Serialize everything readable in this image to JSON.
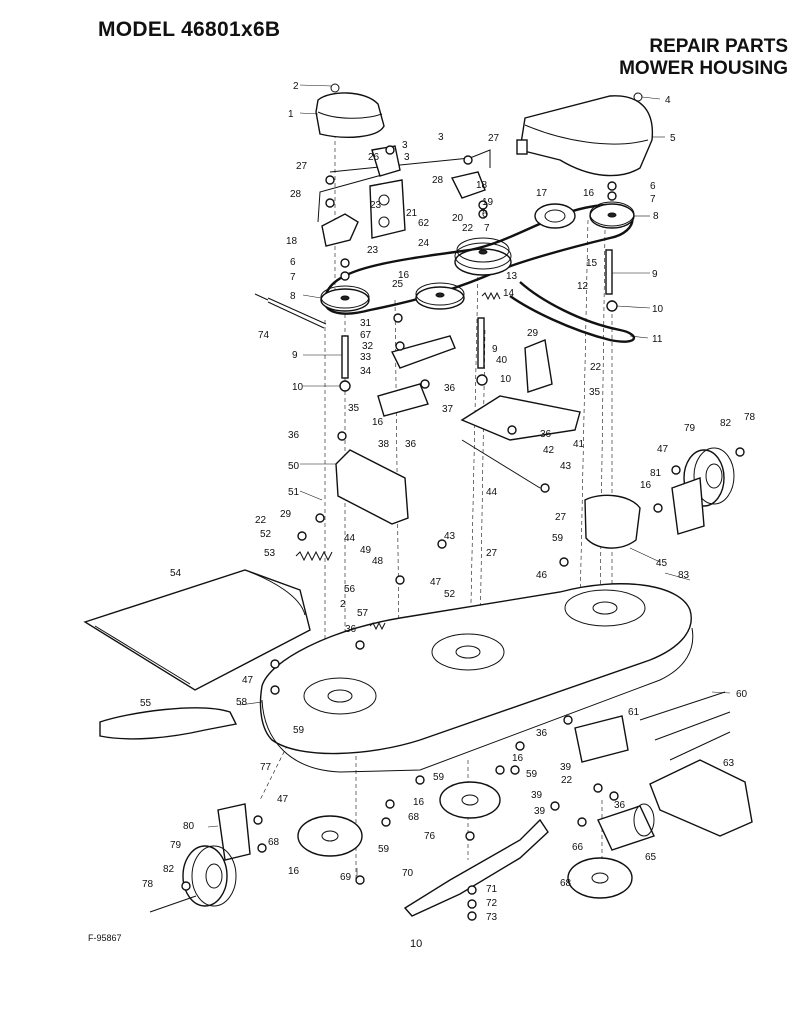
{
  "header": {
    "model": "MODEL 46801x6B",
    "title_line1": "REPAIR PARTS",
    "title_line2": "MOWER HOUSING"
  },
  "footer": {
    "drawing_code": "F-95867",
    "page_number": "10"
  },
  "part_callouts": [
    "1",
    "2",
    "3",
    "4",
    "5",
    "6",
    "7",
    "8",
    "9",
    "10",
    "11",
    "12",
    "13",
    "14",
    "15",
    "16",
    "17",
    "18",
    "19",
    "20",
    "21",
    "22",
    "23",
    "24",
    "25",
    "26",
    "27",
    "28",
    "29",
    "31",
    "32",
    "33",
    "34",
    "35",
    "36",
    "37",
    "38",
    "39",
    "40",
    "41",
    "42",
    "43",
    "44",
    "45",
    "46",
    "47",
    "48",
    "49",
    "50",
    "51",
    "52",
    "53",
    "54",
    "55",
    "56",
    "57",
    "58",
    "59",
    "60",
    "61",
    "62",
    "63",
    "65",
    "66",
    "67",
    "68",
    "69",
    "70",
    "71",
    "72",
    "73",
    "74",
    "76",
    "77",
    "78",
    "79",
    "80",
    "81",
    "82",
    "83"
  ]
}
